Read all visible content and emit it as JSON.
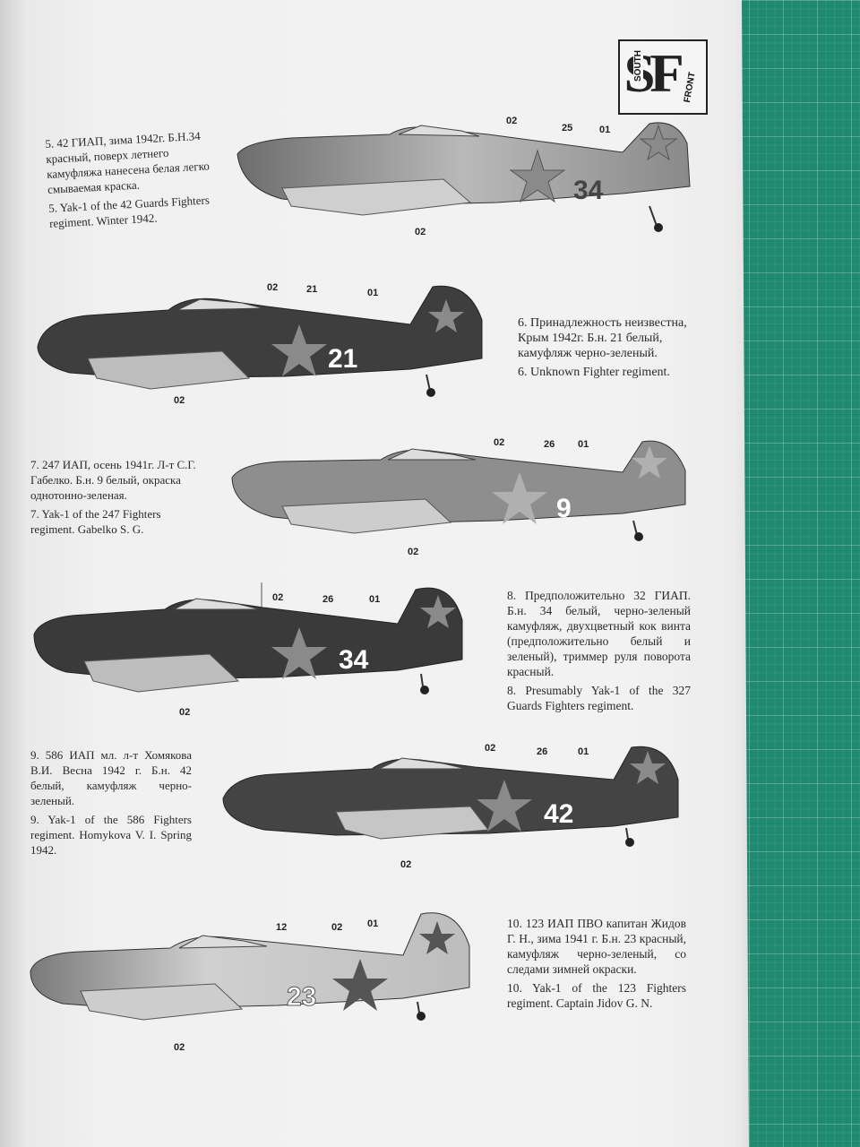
{
  "logo": {
    "text": "SF",
    "top_word": "SOUTH",
    "bottom_word": "FRONT"
  },
  "callouts": {
    "c01": "01",
    "c02": "02",
    "c12": "12",
    "c21": "21",
    "c25": "25",
    "c26": "26"
  },
  "profiles": [
    {
      "id": 5,
      "ru": "5. 42 ГИАП, зима 1942г. Б.Н.34 красный, поверх летнего камуфляжа нанесена белая легко смываемая краска.",
      "en": "5. Yak-1 of the 42 Guards Fighters regiment. Winter 1942.",
      "number": "34"
    },
    {
      "id": 6,
      "ru": "6. Принадлежность неизвестна, Крым 1942г. Б.н. 21 белый, камуфляж черно-зеленый.",
      "en": "6. Unknown Fighter regiment.",
      "number": "21"
    },
    {
      "id": 7,
      "ru": "7. 247 ИАП, осень 1941г. Л-т С.Г. Габелко. Б.н. 9 белый, окраска однотонно-зеленая.",
      "en": "7. Yak-1 of the 247 Fighters regiment. Gabelko S. G.",
      "number": "9"
    },
    {
      "id": 8,
      "ru": "8. Предположительно 32 ГИАП. Б.н. 34 белый, черно-зеленый камуфляж, двухцветный кок винта (предположительно белый и зеленый), триммер руля поворота красный.",
      "en": "8. Presumably Yak-1 of the 327 Guards Fighters regiment.",
      "number": "34"
    },
    {
      "id": 9,
      "ru": "9. 586 ИАП мл. л-т Хомякова В.И. Весна 1942 г. Б.н. 42 белый, камуфляж черно-зеленый.",
      "en": "9. Yak-1 of the 586 Fighters regiment. Homykova V. I. Spring 1942.",
      "number": "42"
    },
    {
      "id": 10,
      "ru": "10. 123 ИАП ПВО капитан Жидов Г. Н., зима 1941 г. Б.н. 23 красный, камуфляж черно-зеленый, со следами зимней окраски.",
      "en": "10. Yak-1 of the 123 Fighters regiment. Captain Jidov G. N.",
      "number": "23"
    }
  ],
  "colors": {
    "mat": "#1f8a70",
    "paper": "#f2f2f2",
    "dark_camo": "#3a3a3a",
    "light_camo": "#9a9a9a"
  }
}
